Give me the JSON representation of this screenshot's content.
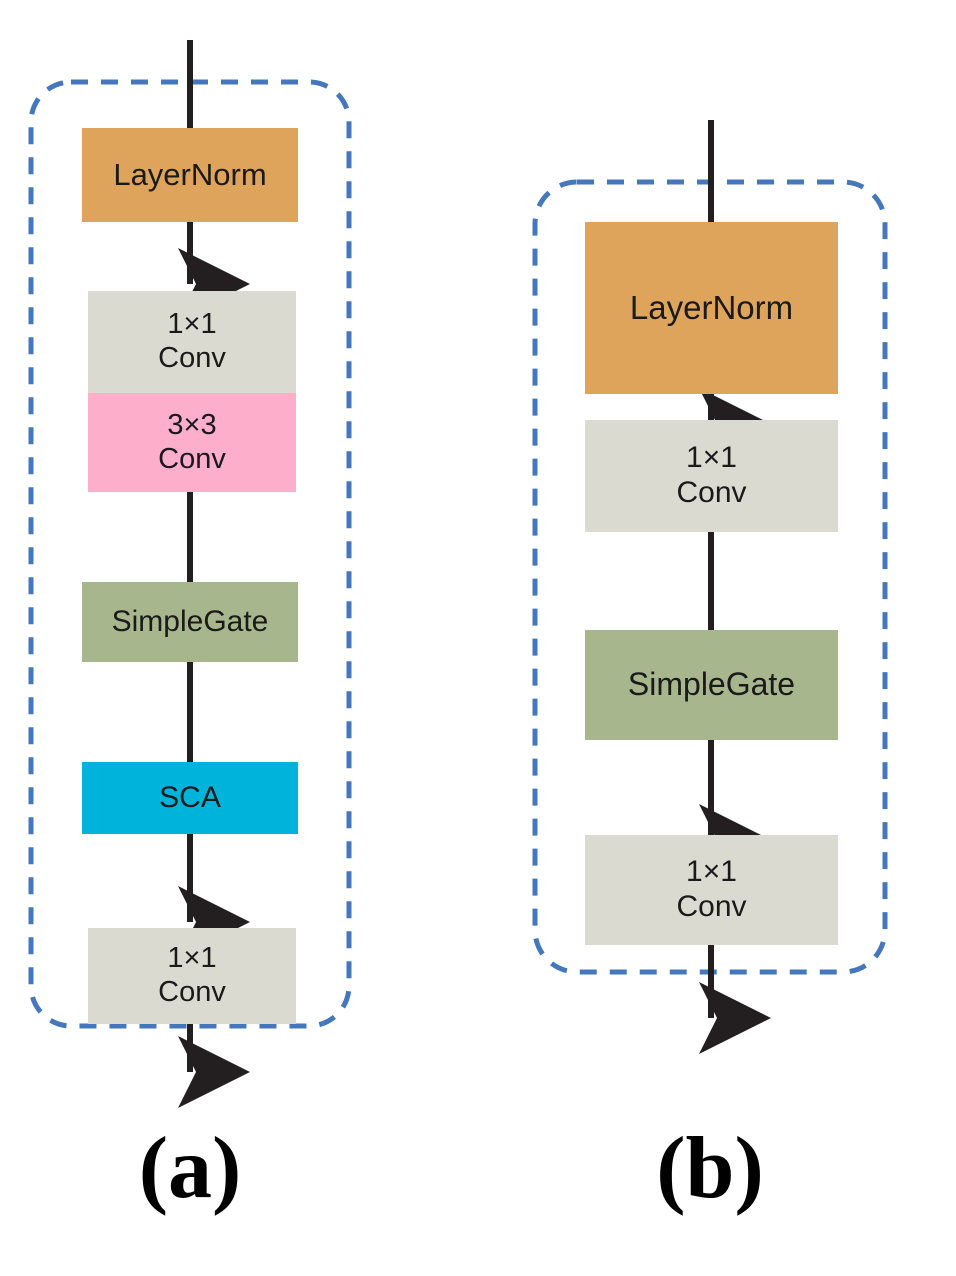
{
  "figure": {
    "title": "",
    "background_color": "#ffffff",
    "palette": {
      "layernorm": "#DFA45C",
      "conv": "#DBDAD0",
      "conv3x3": "#FCAECA",
      "simplegate": "#A8B68D",
      "sca": "#00B3DA",
      "dashed_border": "#4477BB",
      "arrow": "#231F20",
      "text": "#1a1a1a"
    }
  },
  "panels": [
    {
      "id": "panel-a",
      "caption": "(a)",
      "container": {
        "style": "dashed-rounded-rect",
        "color": "#4477BB"
      },
      "input_arrow": {
        "label": "",
        "direction": "down",
        "has_head": false
      },
      "output_arrow": {
        "label": "",
        "direction": "down",
        "has_head": true
      },
      "blocks": [
        {
          "id": "a-layernorm",
          "label_lines": [
            "LayerNorm"
          ],
          "color": "#DFA45C",
          "font_size": 31
        },
        {
          "id": "a-conv1x1-top",
          "label_lines": [
            "1×1",
            "Conv"
          ],
          "color": "#DBDAD0",
          "font_size": 29
        },
        {
          "id": "a-conv3x3",
          "label_lines": [
            "3×3",
            "Conv"
          ],
          "color": "#FCAECA",
          "font_size": 29
        },
        {
          "id": "a-simplegate",
          "label_lines": [
            "SimpleGate"
          ],
          "color": "#A8B68D",
          "font_size": 30
        },
        {
          "id": "a-sca",
          "label_lines": [
            "SCA"
          ],
          "color": "#00B3DA",
          "font_size": 30
        },
        {
          "id": "a-conv1x1-bottom",
          "label_lines": [
            "1×1",
            "Conv"
          ],
          "color": "#DBDAD0",
          "font_size": 29
        }
      ],
      "connections": [
        {
          "from": "input",
          "to": "a-layernorm",
          "arrowhead": false
        },
        {
          "from": "a-layernorm",
          "to": "a-conv1x1-top",
          "arrowhead": true
        },
        {
          "from": "a-conv1x1-top",
          "to": "a-conv3x3",
          "arrowhead": false
        },
        {
          "from": "a-conv3x3",
          "to": "a-simplegate",
          "arrowhead": false
        },
        {
          "from": "a-simplegate",
          "to": "a-sca",
          "arrowhead": false
        },
        {
          "from": "a-sca",
          "to": "a-conv1x1-bottom",
          "arrowhead": true
        },
        {
          "from": "a-conv1x1-bottom",
          "to": "output",
          "arrowhead": true
        }
      ]
    },
    {
      "id": "panel-b",
      "caption": "(b)",
      "container": {
        "style": "dashed-rounded-rect",
        "color": "#4477BB"
      },
      "input_arrow": {
        "label": "",
        "direction": "down",
        "has_head": false
      },
      "output_arrow": {
        "label": "",
        "direction": "down",
        "has_head": true
      },
      "blocks": [
        {
          "id": "b-layernorm",
          "label_lines": [
            "LayerNorm"
          ],
          "color": "#DFA45C",
          "font_size": 33
        },
        {
          "id": "b-conv1x1-top",
          "label_lines": [
            "1×1",
            "Conv"
          ],
          "color": "#DBDAD0",
          "font_size": 30
        },
        {
          "id": "b-simplegate",
          "label_lines": [
            "SimpleGate"
          ],
          "color": "#A8B68D",
          "font_size": 32
        },
        {
          "id": "b-conv1x1-bottom",
          "label_lines": [
            "1×1",
            "Conv"
          ],
          "color": "#DBDAD0",
          "font_size": 30
        }
      ],
      "connections": [
        {
          "from": "input",
          "to": "b-layernorm",
          "arrowhead": false
        },
        {
          "from": "b-layernorm",
          "to": "b-conv1x1-top",
          "arrowhead": true
        },
        {
          "from": "b-conv1x1-top",
          "to": "b-simplegate",
          "arrowhead": false
        },
        {
          "from": "b-simplegate",
          "to": "b-conv1x1-bottom",
          "arrowhead": true
        },
        {
          "from": "b-conv1x1-bottom",
          "to": "output",
          "arrowhead": true
        }
      ]
    }
  ]
}
